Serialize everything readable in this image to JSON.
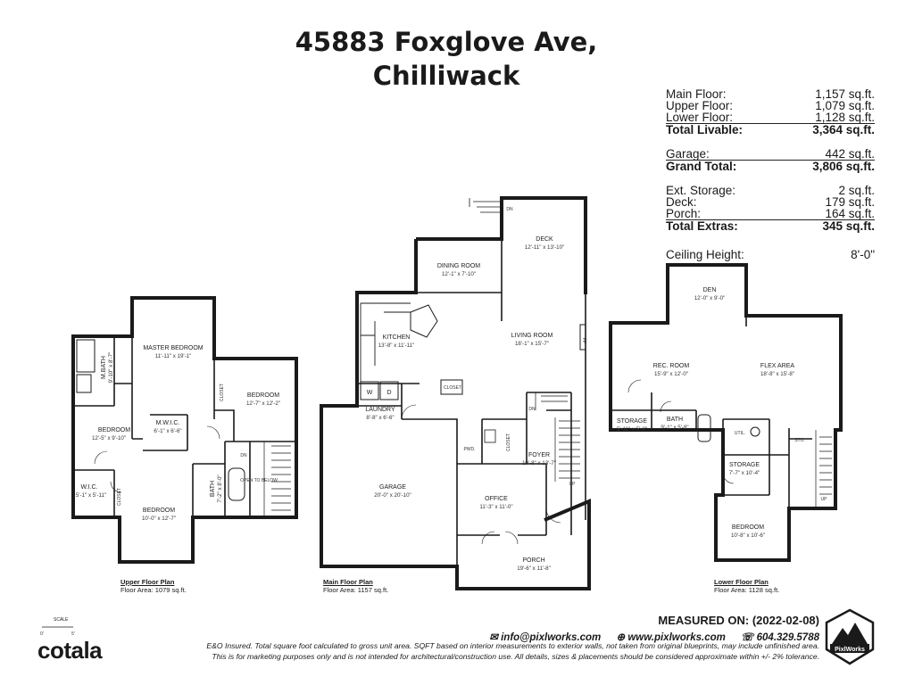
{
  "title": {
    "line1": "45883 Foxglove Ave,",
    "line2": "Chilliwack"
  },
  "areas": {
    "main_floor_label": "Main Floor:",
    "main_floor_value": "1,157 sq.ft.",
    "upper_floor_label": "Upper Floor:",
    "upper_floor_value": "1,079 sq.ft.",
    "lower_floor_label": "Lower Floor:",
    "lower_floor_value": "1,128 sq.ft.",
    "total_livable_label": "Total Livable:",
    "total_livable_value": "3,364 sq.ft.",
    "garage_label": "Garage:",
    "garage_value": "442 sq.ft.",
    "grand_total_label": "Grand Total:",
    "grand_total_value": "3,806 sq.ft.",
    "ext_storage_label": "Ext. Storage:",
    "ext_storage_value": "2 sq.ft.",
    "deck_label": "Deck:",
    "deck_value": "179 sq.ft.",
    "porch_label": "Porch:",
    "porch_value": "164 sq.ft.",
    "total_extras_label": "Total Extras:",
    "total_extras_value": "345 sq.ft.",
    "ceiling_label": "Ceiling Height:",
    "ceiling_value": "8'-0\""
  },
  "rooms": {
    "master_bedroom": "MASTER BEDROOM",
    "master_bedroom_dim": "11'-11\" x 19'-1\"",
    "m_bath": "M.BATH",
    "m_bath_dim": "9'-10\" x 8'-7\"",
    "bedroom": "BEDROOM",
    "bedroom_upper_right_dim": "12'-7\" x 12'-2\"",
    "bedroom_upper_left_dim": "12'-5\" x 9'-10\"",
    "bedroom_upper_bottom_dim": "10'-0\" x 12'-7\"",
    "m_wic": "M.W.I.C.",
    "m_wic_dim": "6'-1\" x 6'-6\"",
    "wic": "W.I.C.",
    "wic_dim": "5'-1\" x 5'-11\"",
    "bath": "BATH",
    "bath_upper_dim": "7'-2\" x 8'-0\"",
    "closet": "CLOSET",
    "open_to_below": "OPEN TO BELOW",
    "dn": "DN",
    "up": "UP",
    "deck": "DECK",
    "deck_dim": "12'-11\" x 13'-10\"",
    "dining_room": "DINING ROOM",
    "dining_room_dim": "12'-1\" x 7'-10\"",
    "kitchen": "KITCHEN",
    "kitchen_dim": "13'-8\" x 11'-11\"",
    "living_room": "LIVING ROOM",
    "living_room_dim": "18'-1\" x 15'-7\"",
    "laundry": "LAUNDRY",
    "laundry_dim": "8'-8\" x 6'-6\"",
    "garage": "GARAGE",
    "garage_dim": "20'-0\" x 20'-10\"",
    "pwd": "PWD.",
    "foyer": "FOYER",
    "foyer_dim": "10'-8\" x 13'-7\"",
    "office": "OFFICE",
    "office_dim": "11'-3\" x 11'-0\"",
    "porch": "PORCH",
    "porch_dim": "19'-6\" x 11'-8\"",
    "fp": "FP",
    "washer": "W",
    "dryer": "D",
    "den": "DEN",
    "den_dim": "12'-0\" x 9'-0\"",
    "rec_room": "REC. ROOM",
    "rec_room_dim": "15'-9\" x 12'-0\"",
    "flex_area": "FLEX AREA",
    "flex_area_dim": "18'-8\" x 15'-8\"",
    "storage": "STORAGE",
    "storage_left_dim": "5'-11\" x 5'-8\"",
    "bath_lower_dim": "9'-1\" x 5'-8\"",
    "util": "UTIL.",
    "sto": "STO.",
    "storage_center_dim": "7'-7\" x 10'-4\"",
    "bedroom_lower_dim": "10'-8\" x 10'-6\""
  },
  "plans": {
    "upper_name": "Upper Floor Plan",
    "upper_area": "Floor Area: 1079 sq.ft.",
    "main_name": "Main Floor Plan",
    "main_area": "Floor Area: 1157 sq.ft.",
    "lower_name": "Lower Floor Plan",
    "lower_area": "Floor Area: 1128 sq.ft."
  },
  "footer": {
    "measured_on": "MEASURED ON: (2022-02-08)",
    "email": "info@pixlworks.com",
    "website": "www.pixlworks.com",
    "phone": "604.329.5788",
    "disclaimer1": "E&O Insured.  Total square foot calculated to gross unit area. SQFT based on interior measurements to exterior walls, not taken from original blueprints, may include unfinished area.",
    "disclaimer2": "This is for marketing purposes only and is not intended for architectural/construction use.  All details, sizes & placements should be considered approximate within +/- 2%  tolerance.",
    "brand": "cotala",
    "scale": "SCALE",
    "scale_0": "0'",
    "scale_5": "5'",
    "logo_text": "PixlWorks"
  }
}
